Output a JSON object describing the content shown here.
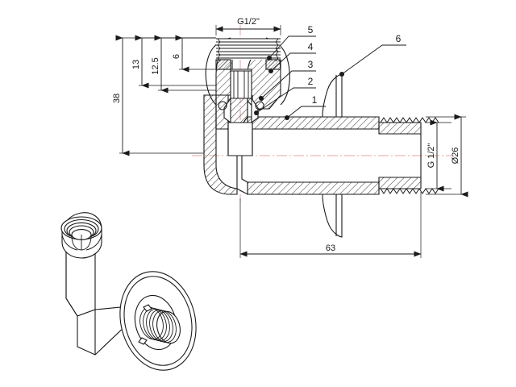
{
  "drawing": {
    "title": "Angle valve sectional assembly drawing",
    "background_color": "#ffffff",
    "line_color": "#1a1a1a",
    "centerline_color": "#e8a0a0",
    "views": {
      "section": "cross-section-front-view",
      "iso": "isometric-3d-view"
    }
  },
  "dimensions": {
    "top_thread": "G1/2\"",
    "outlet_thread": "G 1/2\"",
    "outlet_diameter": "Ø26",
    "height_total": "38",
    "height_13": "13",
    "height_12_5": "12.5",
    "height_6": "6",
    "length_63": "63"
  },
  "callouts": [
    {
      "id": "1",
      "label": "1"
    },
    {
      "id": "2",
      "label": "2"
    },
    {
      "id": "3",
      "label": "3"
    },
    {
      "id": "4",
      "label": "4"
    },
    {
      "id": "5",
      "label": "5"
    },
    {
      "id": "6",
      "label": "6"
    }
  ]
}
